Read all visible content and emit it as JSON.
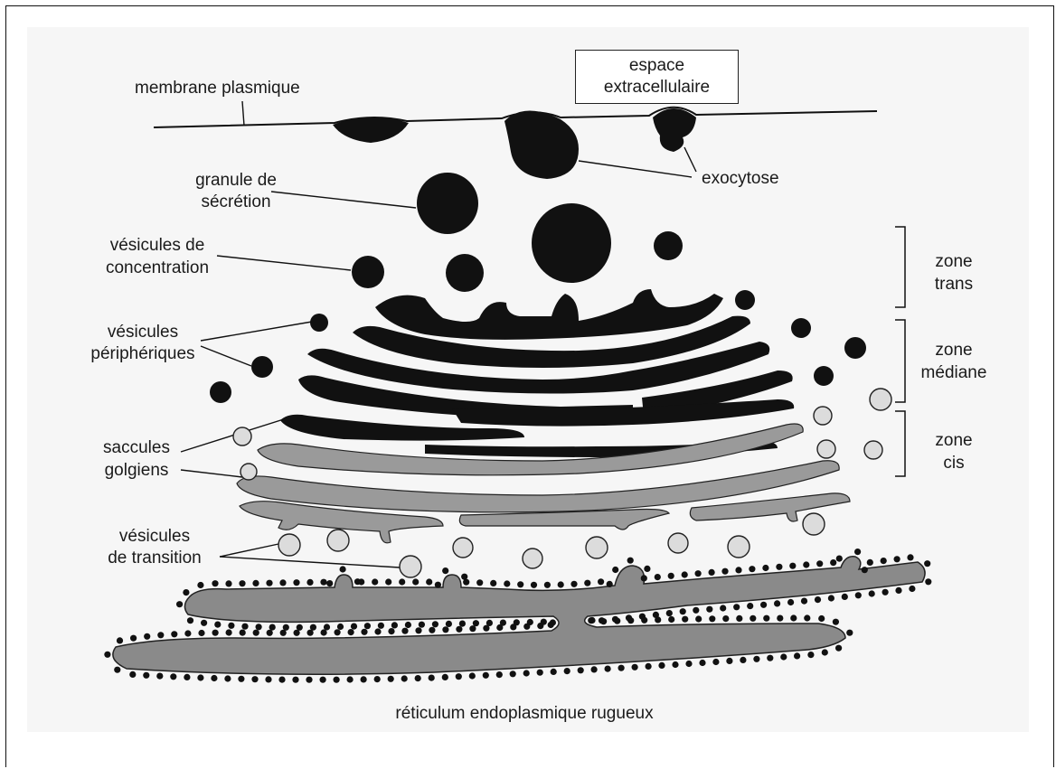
{
  "labels": {
    "membrane": "membrane plasmique",
    "extracellular_line1": "espace",
    "extracellular_line2": "extracellulaire",
    "exocytose": "exocytose",
    "granule_line1": "granule de",
    "granule_line2": "sécrétion",
    "concentration_line1": "vésicules de",
    "concentration_line2": "concentration",
    "peripheral_line1": "vésicules",
    "peripheral_line2": "périphériques",
    "saccules_line1": "saccules",
    "saccules_line2": "golgiens",
    "transition_line1": "vésicules",
    "transition_line2": "de transition",
    "zone_trans_line1": "zone",
    "zone_trans_line2": "trans",
    "zone_mediane_line1": "zone",
    "zone_mediane_line2": "médiane",
    "zone_cis_line1": "zone",
    "zone_cis_line2": "cis",
    "reticulum": "réticulum endoplasmique rugueux"
  },
  "colors": {
    "dark": "#111111",
    "cis_gray": "#9a9a9a",
    "light_vesicle": "#dcdcdc",
    "reticulum": "#8a8a8a",
    "background": "#f6f6f6"
  }
}
